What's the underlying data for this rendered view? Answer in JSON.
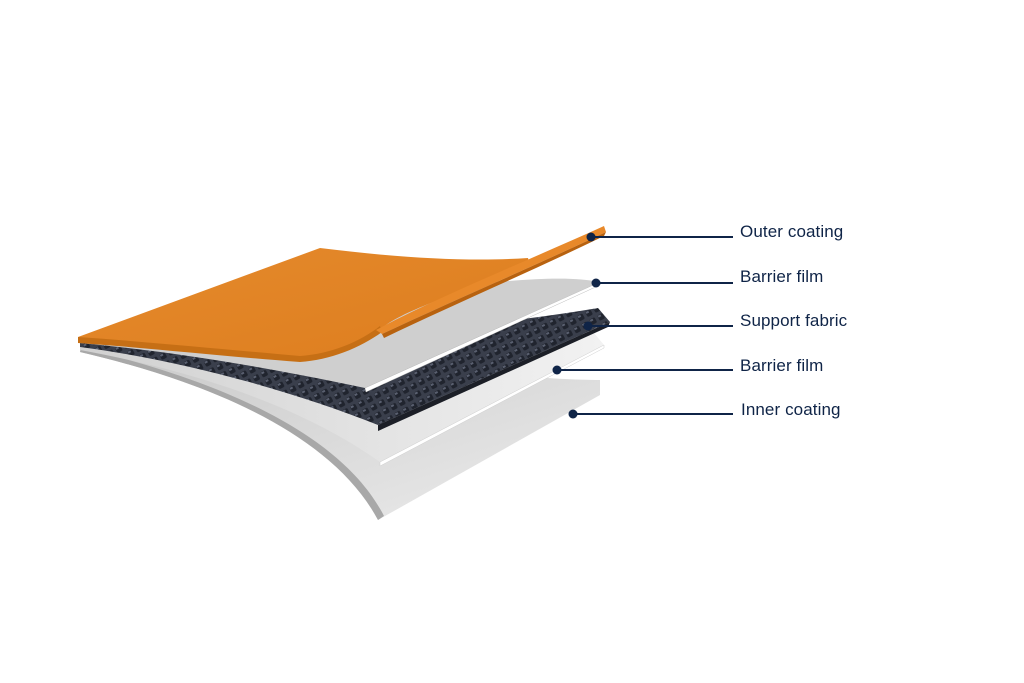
{
  "diagram": {
    "type": "exploded-layer-cross-section",
    "colors": {
      "outer_coating": "#e8892a",
      "barrier_film": "#e6e6e6",
      "support_fabric": "#2f3441",
      "inner_coating": "#d9d9d9",
      "callout_line": "#0f2447",
      "label_text": "#0f2447"
    },
    "layers": [
      {
        "label": "Outer coating",
        "order": 1
      },
      {
        "label": "Barrier film",
        "order": 2
      },
      {
        "label": "Support fabric",
        "order": 3
      },
      {
        "label": "Barrier film",
        "order": 4
      },
      {
        "label": "Inner coating",
        "order": 5
      }
    ]
  }
}
